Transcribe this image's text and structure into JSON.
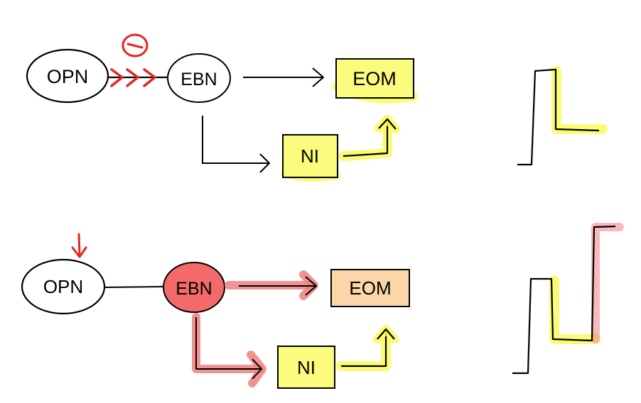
{
  "top_panel": {
    "opn_label": "OPN",
    "ebn_label": "EBN",
    "eom_label": "EOM",
    "ni_label": "NI",
    "inhibition_symbol": "−"
  },
  "bottom_panel": {
    "opn_label": "OPN",
    "ebn_label": "EBN",
    "eom_label": "EOM",
    "ni_label": "NI"
  },
  "colors": {
    "ink": "#000000",
    "inhibit_red": "#e8231d",
    "highlight_yellow": "#fbfb66",
    "highlight_pink": "#f08080",
    "ebn_active_fill": "#f36a6a",
    "eom_active_fill": "#fad6a8",
    "box_yellow": "#fbfb7e"
  }
}
